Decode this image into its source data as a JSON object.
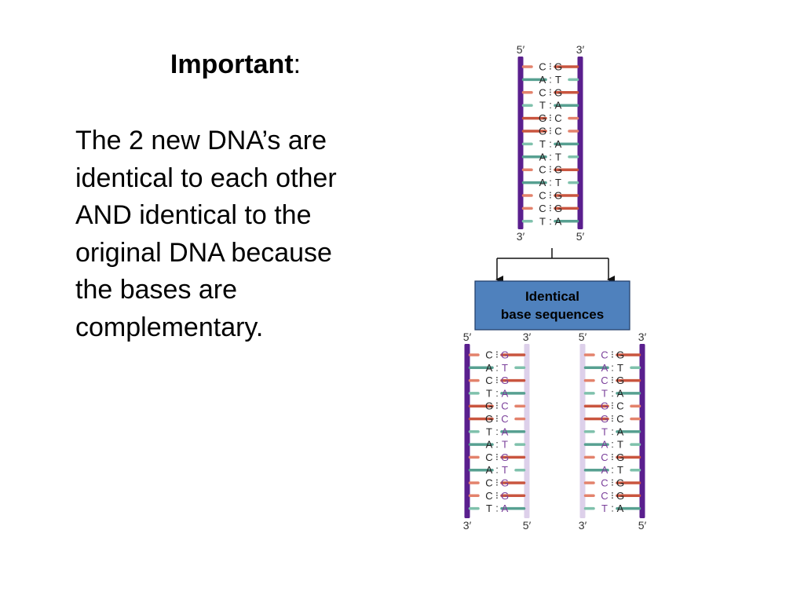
{
  "heading": {
    "word": "Important",
    "suffix": ":"
  },
  "body_lines": [
    "The 2 new DNA’s are",
    "identical to each other",
    "AND identical to the",
    "original DNA because",
    "the bases are",
    "complementary."
  ],
  "diagram": {
    "pairs": [
      [
        "C",
        "G"
      ],
      [
        "A",
        "T"
      ],
      [
        "C",
        "G"
      ],
      [
        "T",
        "A"
      ],
      [
        "G",
        "C"
      ],
      [
        "G",
        "C"
      ],
      [
        "T",
        "A"
      ],
      [
        "A",
        "T"
      ],
      [
        "C",
        "G"
      ],
      [
        "A",
        "T"
      ],
      [
        "C",
        "G"
      ],
      [
        "C",
        "G"
      ],
      [
        "T",
        "A"
      ]
    ],
    "labels": {
      "five_prime": "5′",
      "three_prime": "3′"
    },
    "box": {
      "line1": "Identical",
      "line2": "base sequences"
    },
    "colors": {
      "C": "#e3826c",
      "G": "#c9553f",
      "T": "#7fc1ac",
      "A": "#57a091",
      "old_strand": "#5a1f8e",
      "new_strand": "#ddd0ea",
      "box_fill": "#4f81bd",
      "box_border": "#1f3b66"
    }
  }
}
